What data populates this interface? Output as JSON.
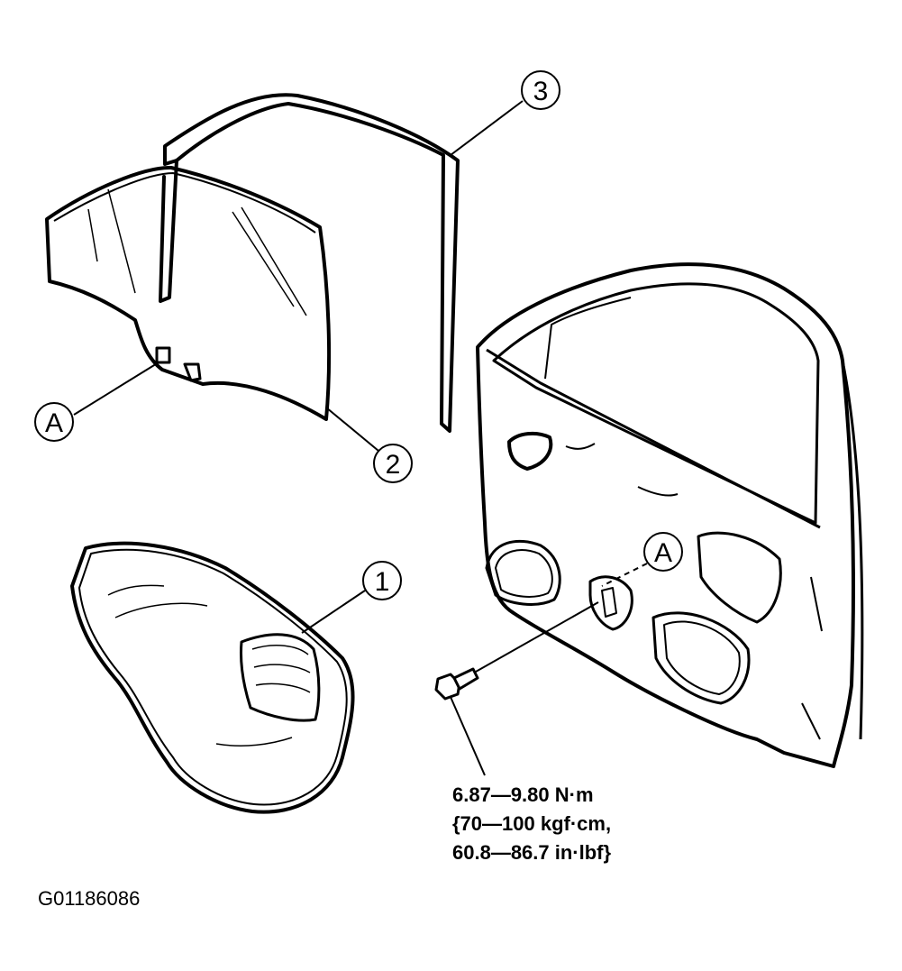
{
  "callouts": {
    "part_1": "1",
    "part_2": "2",
    "part_3": "3",
    "ref_a_left": "A",
    "ref_a_right": "A"
  },
  "torque_spec": {
    "line_1": "6.87—9.80 N·m",
    "line_2": "{70—100 kgf·cm,",
    "line_3": "60.8—86.7 in·lbf}"
  },
  "figure_id": "G01186086"
}
